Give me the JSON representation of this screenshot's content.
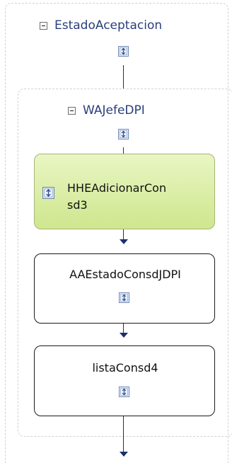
{
  "workflow": {
    "outer_sequence": {
      "title": "EstadoAceptacion"
    },
    "inner_sequence": {
      "title": "WAJefeDPI"
    },
    "activities": [
      {
        "label_line1": "HHEAdicionarCon",
        "label_line2": "sd3",
        "selected": true
      },
      {
        "label": "AAEstadoConsdJDPI",
        "selected": false
      },
      {
        "label": "listaConsd4",
        "selected": false
      }
    ]
  },
  "icons": {
    "collapse": "collapse-minus-icon",
    "expand": "expand-icon"
  },
  "colors": {
    "connector": "#1c2f6e",
    "title_text": "#2a3f7a",
    "selected_fill_top": "#e9f6c3",
    "selected_fill_bottom": "#cfe68e",
    "dashed_border": "#d2d2d2"
  }
}
